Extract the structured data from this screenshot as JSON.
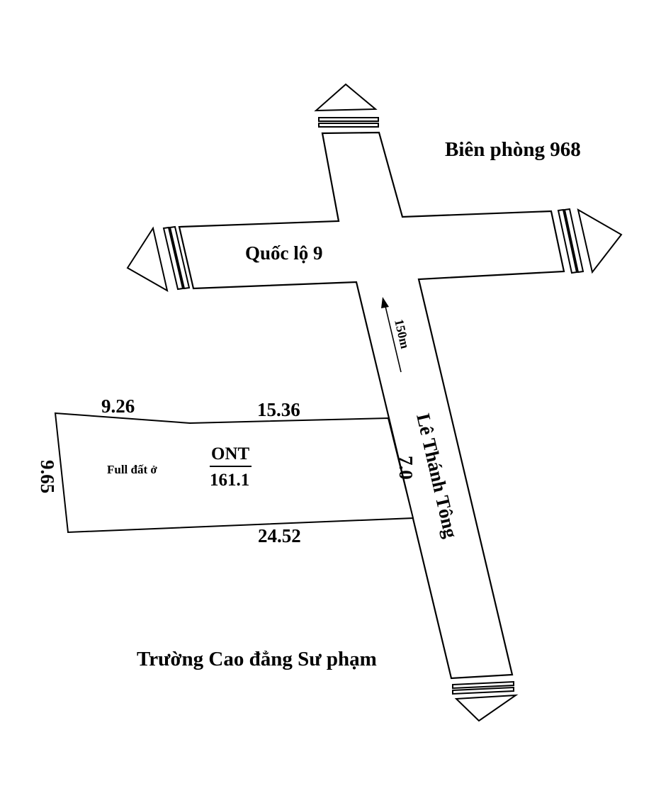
{
  "places": {
    "border_post": "Biên phòng 968",
    "college": "Trường Cao đẳng Sư phạm"
  },
  "roads": {
    "horizontal": "Quốc lộ 9",
    "vertical": "Lê Thánh Tông"
  },
  "distance_marker": "150m",
  "parcel": {
    "label": "Full đất ở",
    "land_code": "ONT",
    "area": "161.1"
  },
  "dimensions": {
    "top_left": "9.26",
    "top_right": "15.36",
    "left": "9.65",
    "frontage": "7.0",
    "bottom": "24.52"
  },
  "colors": {
    "line": "#000000",
    "background": "#ffffff"
  }
}
